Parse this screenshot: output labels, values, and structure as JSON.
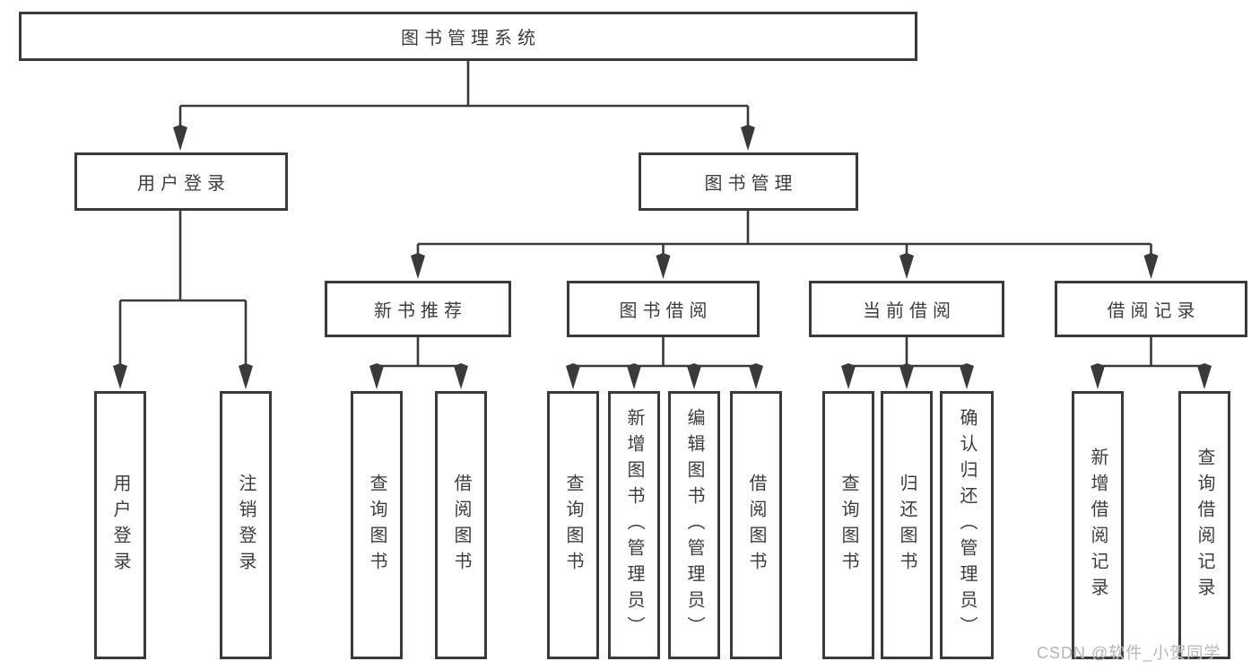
{
  "colors": {
    "line": "#3a3a3a",
    "box_border": "#3a3a3a",
    "box_background": "#ffffff",
    "text": "#3d3d3d",
    "watermark": "#b5b5b5"
  },
  "watermark": {
    "text": "CSDN @软件_小贺同学"
  },
  "tree": {
    "label": "图书管理系统",
    "children": [
      {
        "label": "用户登录",
        "children": [
          {
            "label": "用户登录"
          },
          {
            "label": "注销登录"
          }
        ]
      },
      {
        "label": "图书管理",
        "children": [
          {
            "label": "新书推荐",
            "children": [
              {
                "label": "查询图书"
              },
              {
                "label": "借阅图书"
              }
            ]
          },
          {
            "label": "图书借阅",
            "children": [
              {
                "label": "查询图书"
              },
              {
                "label": "新增图书（管理员）"
              },
              {
                "label": "编辑图书（管理员）"
              },
              {
                "label": "借阅图书"
              }
            ]
          },
          {
            "label": "当前借阅",
            "children": [
              {
                "label": "查询图书"
              },
              {
                "label": "归还图书"
              },
              {
                "label": "确认归还（管理员）"
              }
            ]
          },
          {
            "label": "借阅记录",
            "children": [
              {
                "label": "新增借阅记录"
              },
              {
                "label": "查询借阅记录"
              }
            ]
          }
        ]
      }
    ]
  }
}
